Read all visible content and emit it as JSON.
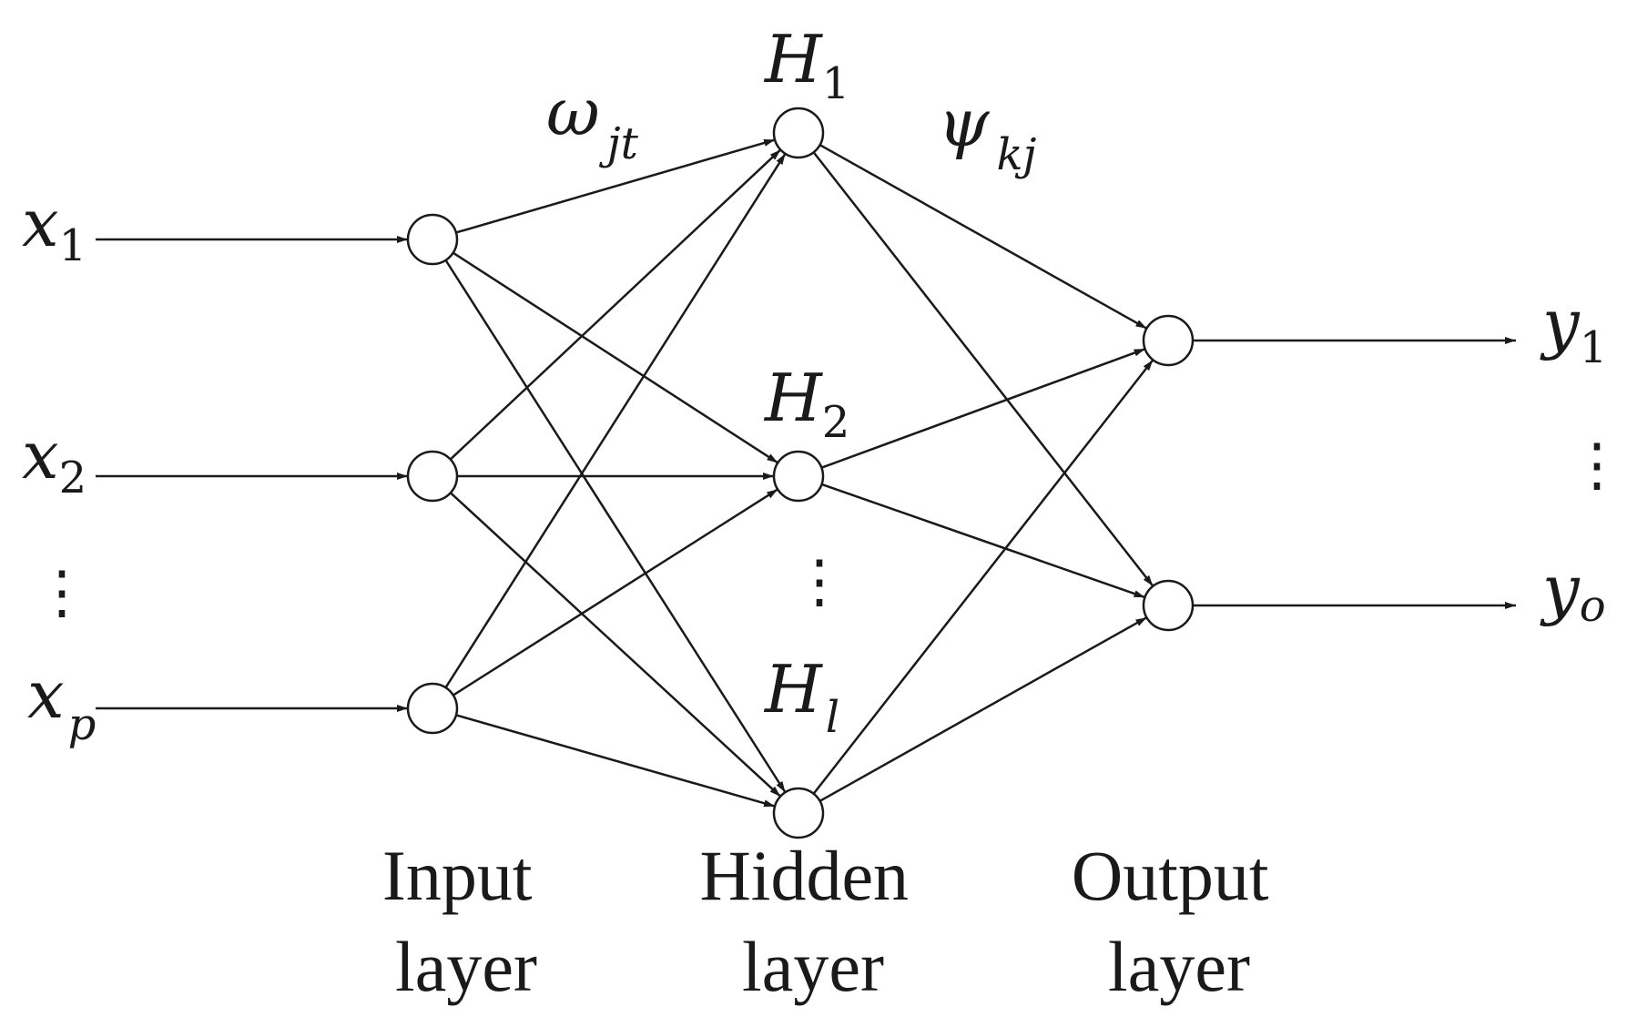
{
  "inputs": [
    {
      "base": "x",
      "sub": "1",
      "sub_italic": false
    },
    {
      "base": "x",
      "sub": "2",
      "sub_italic": false
    },
    {
      "base": "x",
      "sub": "p",
      "sub_italic": true
    }
  ],
  "input_dots": "⋮",
  "hidden": [
    {
      "base": "H",
      "sub": "1",
      "sub_italic": false
    },
    {
      "base": "H",
      "sub": "2",
      "sub_italic": false
    },
    {
      "base": "H",
      "sub": "l",
      "sub_italic": true
    }
  ],
  "hidden_dots": "⋮",
  "outputs": [
    {
      "base": "y",
      "sub": "1",
      "sub_italic": false
    },
    {
      "base": "y",
      "sub": "o",
      "sub_italic": true
    }
  ],
  "output_dots": "⋮",
  "weights": {
    "input_hidden": {
      "base": "ω",
      "sub": "jt"
    },
    "hidden_output": {
      "base": "ψ",
      "sub": "kj"
    }
  },
  "layer_labels": {
    "input": [
      "Input",
      "layer"
    ],
    "hidden": [
      "Hidden",
      "layer"
    ],
    "output": [
      "Output",
      "layer"
    ]
  },
  "colors": {
    "ink": "#1a1a1a",
    "background": "#ffffff"
  }
}
